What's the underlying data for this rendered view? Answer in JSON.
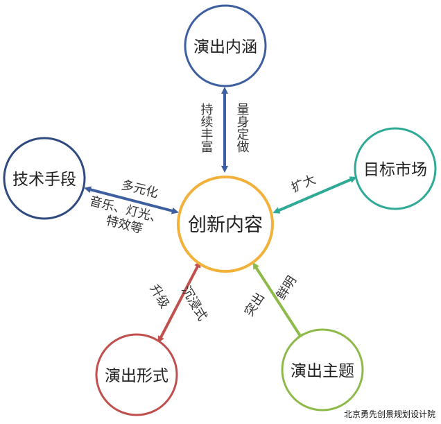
{
  "nodes": {
    "center": "创新内容",
    "top": "演出内涵",
    "left": "技术手段",
    "right": "目标市场",
    "bottom_left": "演出形式",
    "bottom_right": "演出主题"
  },
  "edges": {
    "top_left_text": "持续丰富",
    "top_right_text": "量身定做",
    "left_text_1": "多元化",
    "left_text_2": "音乐、灯光、",
    "left_text_3": "特效等",
    "right_text": "扩大",
    "bottom_left_text_1": "升级",
    "bottom_left_text_2": "沉浸式",
    "bottom_right_text_1": "鲜明",
    "bottom_right_text_2": "突出"
  },
  "watermark": "北京勇先创景规划设计院",
  "colors": {
    "center": "#F2B13A",
    "top": "#3D5FA0",
    "left": "#2E4A7E",
    "right": "#2FAA96",
    "bottom_left": "#C0504D",
    "bottom_right": "#8EBA4A",
    "arrow_top": "#3D5FA0",
    "arrow_left": "#3D5FA0",
    "arrow_right": "#2FAA96",
    "arrow_bottom_left": "#C0504D",
    "arrow_bottom_right": "#8EBA4A"
  }
}
